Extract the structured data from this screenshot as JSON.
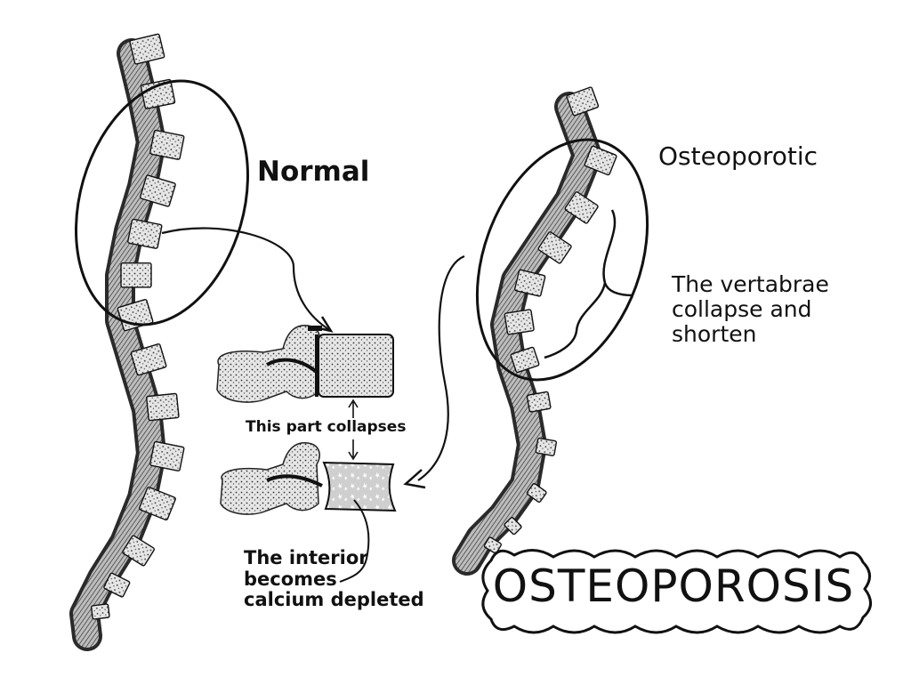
{
  "labels": {
    "normal": "Normal",
    "osteoporotic": "Osteoporotic",
    "collapse_lines": [
      "The vertabrae",
      "collapse and",
      "shorten"
    ],
    "part_collapses": "This part collapses",
    "interior_lines": [
      "The interior",
      "becomes",
      "calcium depleted"
    ]
  },
  "title": "OSTEOPOROSIS",
  "colors": {
    "ink": "#111111",
    "background": "#ffffff",
    "bone_fill": "#d9d9d9",
    "bone_dark": "#3a3a3a"
  }
}
